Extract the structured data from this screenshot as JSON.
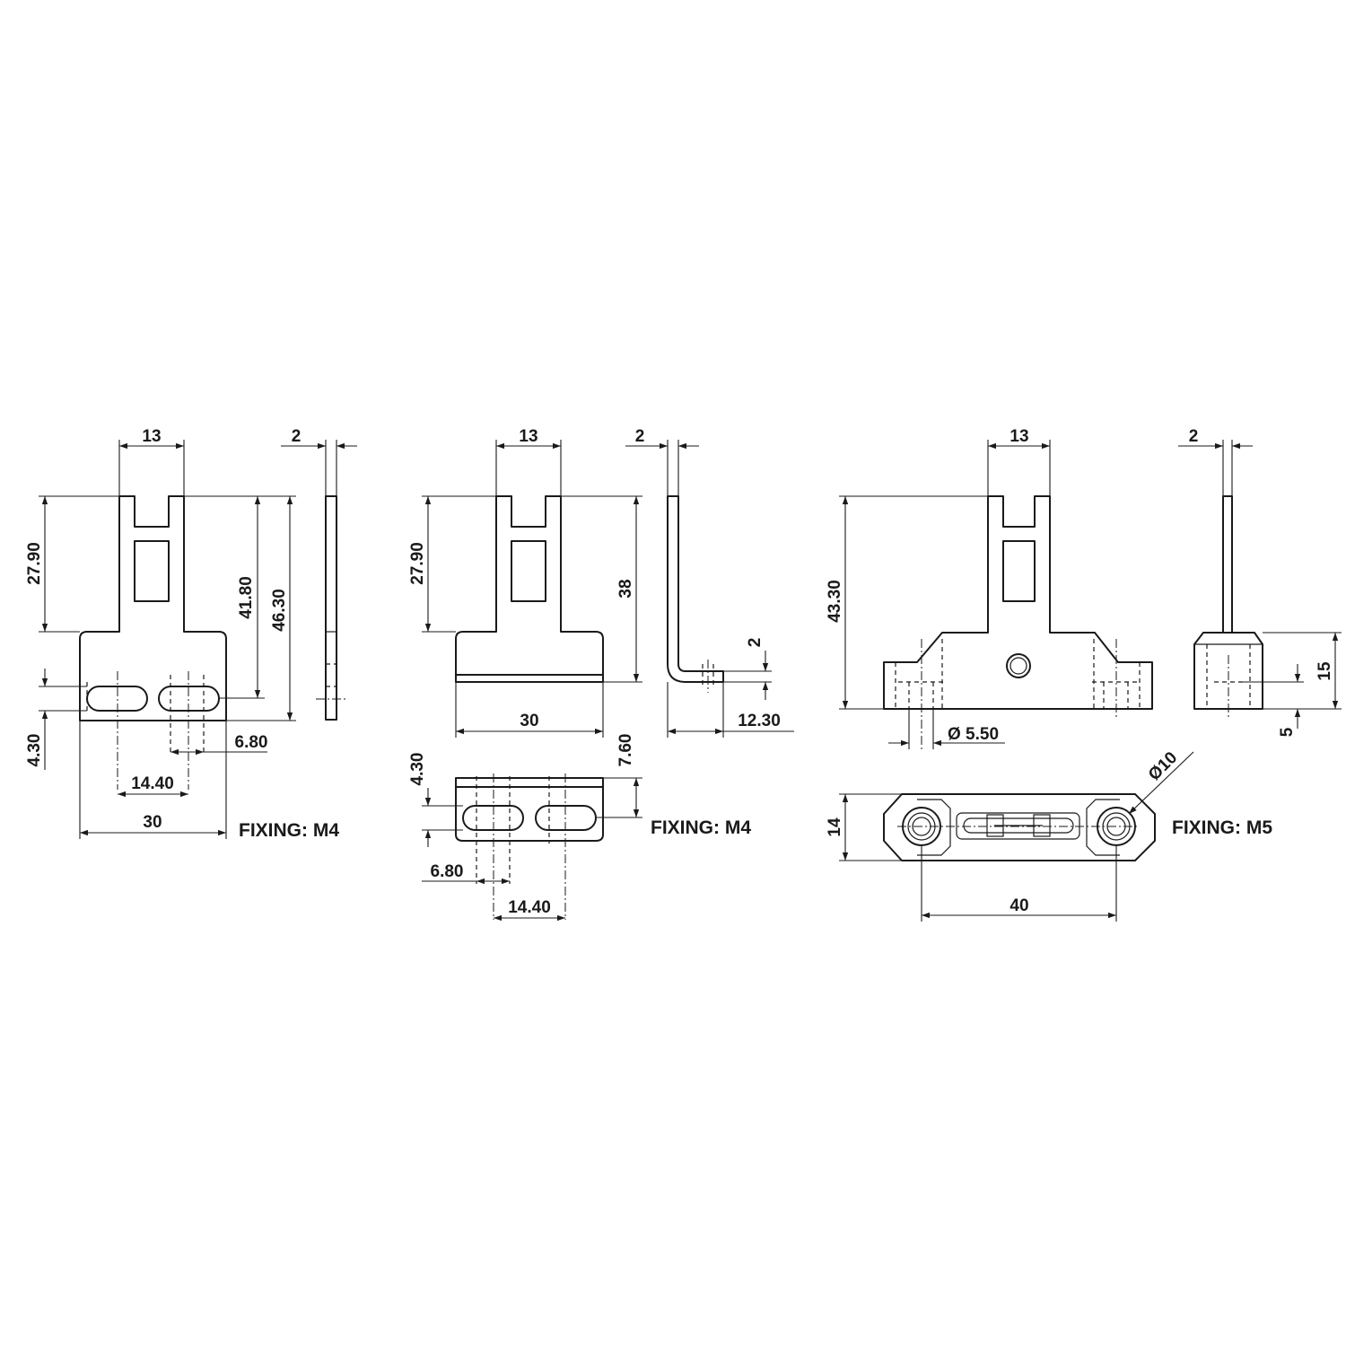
{
  "drawings": {
    "straight_actuator": {
      "dims": {
        "width_top": "13",
        "thickness": "2",
        "slot_height": "27.90",
        "height_to_holes": "41.80",
        "total_height": "46.30",
        "hole_height": "4.30",
        "hole_width": "6.80",
        "hole_spacing": "14.40",
        "base_width": "30"
      },
      "fixing": "FIXING: M4"
    },
    "angled_actuator": {
      "dims": {
        "width_top": "13",
        "thickness": "2",
        "slot_height": "27.90",
        "height": "38",
        "bend_thickness": "2",
        "base_width": "30",
        "bend_depth": "12.30",
        "hole_height": "4.30",
        "flange_depth": "7.60",
        "hole_width": "6.80",
        "hole_spacing": "14.40"
      },
      "fixing": "FIXING: M4"
    },
    "flexible_actuator": {
      "dims": {
        "width_top": "13",
        "thickness": "2",
        "total_height": "43.30",
        "base_height": "15",
        "counterbore_depth": "5",
        "bore_diameter": "Ø 5.50",
        "head_diameter": "Ø10",
        "base_depth": "14",
        "hole_spacing": "40"
      },
      "fixing": "FIXING: M5"
    }
  }
}
